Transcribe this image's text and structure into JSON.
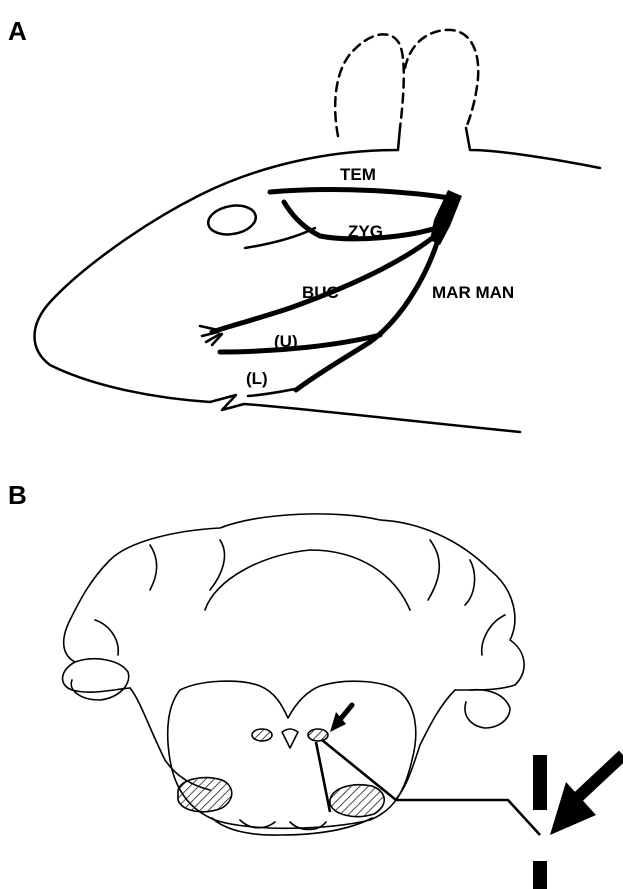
{
  "panels": {
    "a": {
      "letter": "A",
      "labels": {
        "tem": "TEM",
        "zyg": "ZYG",
        "buc": "BUC",
        "mar_man": "MAR MAN",
        "upper": "(U)",
        "lower": "(L)"
      }
    },
    "b": {
      "letter": "B"
    }
  }
}
